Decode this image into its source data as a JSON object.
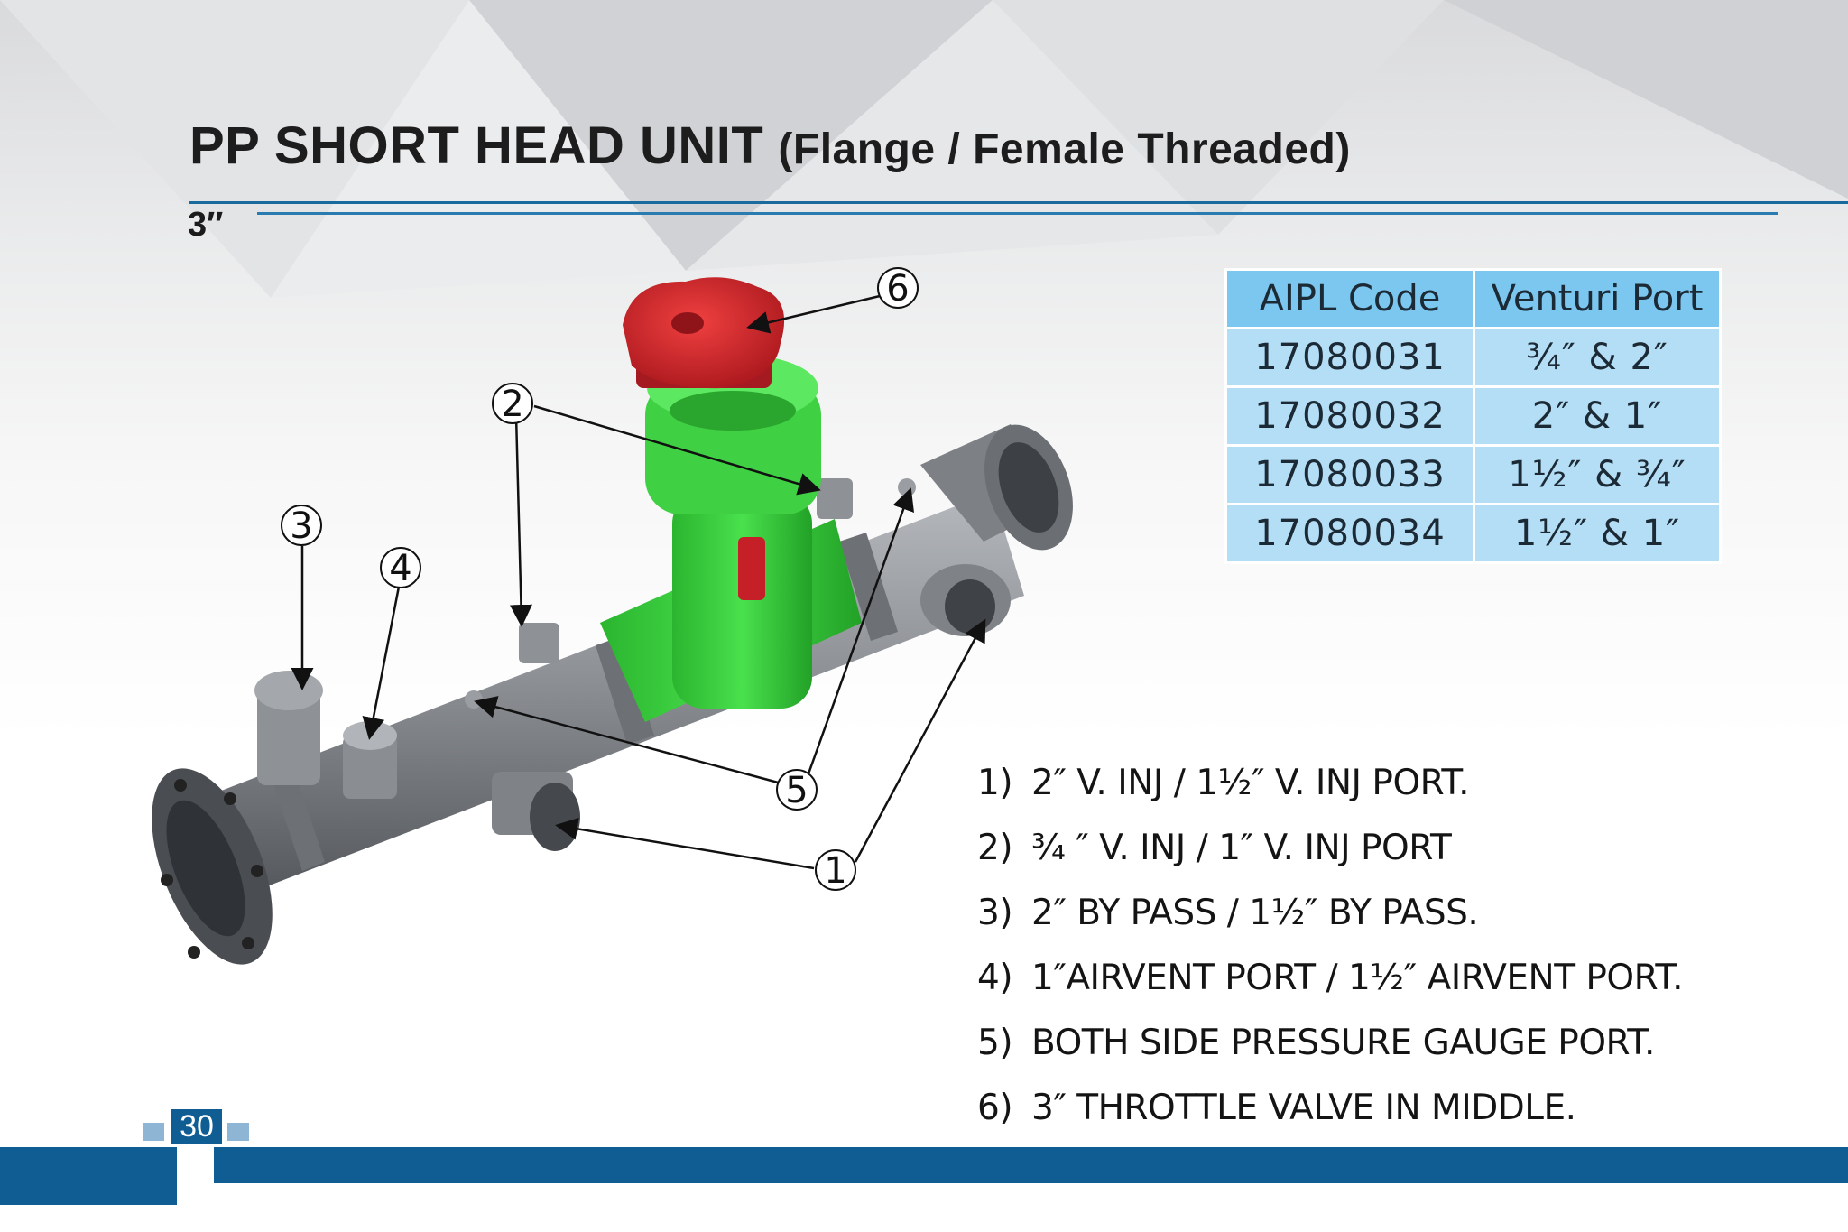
{
  "header": {
    "title_main": "PP SHORT HEAD UNIT",
    "title_paren": "(Flange / Female Threaded)",
    "size": "3″"
  },
  "table": {
    "columns": [
      "AIPL Code",
      "Venturi Port"
    ],
    "rows": [
      [
        "17080031",
        "¾″ & 2″"
      ],
      [
        "17080032",
        "2″ & 1″"
      ],
      [
        "17080033",
        "1½″ & ¾″"
      ],
      [
        "17080034",
        "1½″ & 1″"
      ]
    ]
  },
  "callouts": [
    "1",
    "2",
    "3",
    "4",
    "5",
    "6"
  ],
  "legend": [
    {
      "num": "1)",
      "text": "2″ V. INJ / 1½″ V. INJ PORT."
    },
    {
      "num": "2)",
      "text": "¾ ″ V. INJ / 1″ V. INJ PORT"
    },
    {
      "num": "3)",
      "text": "2″ BY PASS / 1½″ BY PASS."
    },
    {
      "num": "4)",
      "text": "1″AIRVENT  PORT / 1½″ AIRVENT  PORT."
    },
    {
      "num": "5)",
      "text": "BOTH SIDE PRESSURE GAUGE PORT."
    },
    {
      "num": "6)",
      "text": "3″ THROTTLE VALVE IN MIDDLE."
    }
  ],
  "footer": {
    "page_number": "30"
  },
  "colors": {
    "brand_blue": "#0f5d93",
    "table_header": "#7cc7ef",
    "table_cell": "#b4def6",
    "valve_green": "#38d43d",
    "handle_red": "#d8232a",
    "pipe_grey": "#8a8d92"
  }
}
